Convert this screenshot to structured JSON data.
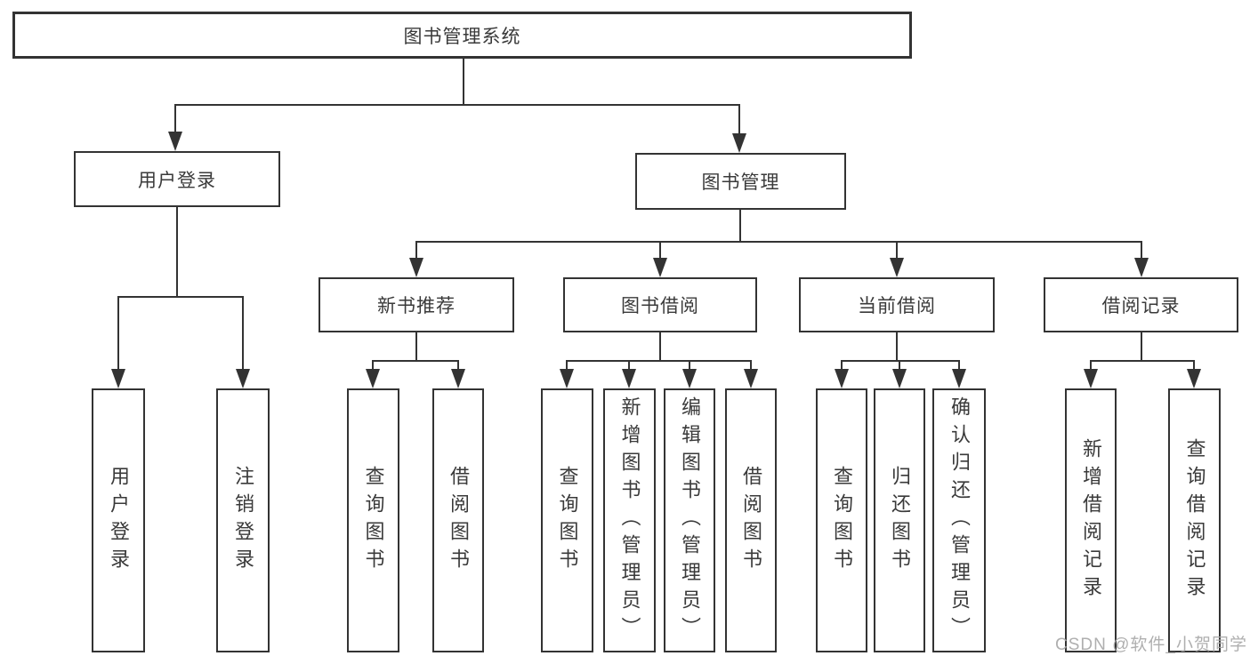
{
  "diagram": {
    "title": "图书管理系统",
    "nodes": {
      "root": "图书管理系统",
      "level2": [
        "用户登录",
        "图书管理"
      ],
      "level3": [
        "新书推荐",
        "图书借阅",
        "当前借阅",
        "借阅记录"
      ]
    },
    "leaves": {
      "user_login": [
        "用户登录",
        "注销登录"
      ],
      "new_book": [
        "查询图书",
        "借阅图书"
      ],
      "book_borrow": [
        "查询图书",
        "新增图书（管理员）",
        "编辑图书（管理员）",
        "借阅图书"
      ],
      "current_borrow": [
        "查询图书",
        "归还图书",
        "确认归还（管理员）"
      ],
      "borrow_record": [
        "新增借阅记录",
        "查询借阅记录"
      ]
    }
  },
  "watermark": "CSDN @软件_小贺同学",
  "colors": {
    "line": "#333333",
    "border": "#333333",
    "text": "#3a3a3a",
    "background": "#ffffff",
    "watermark": "#a9a9a9"
  }
}
